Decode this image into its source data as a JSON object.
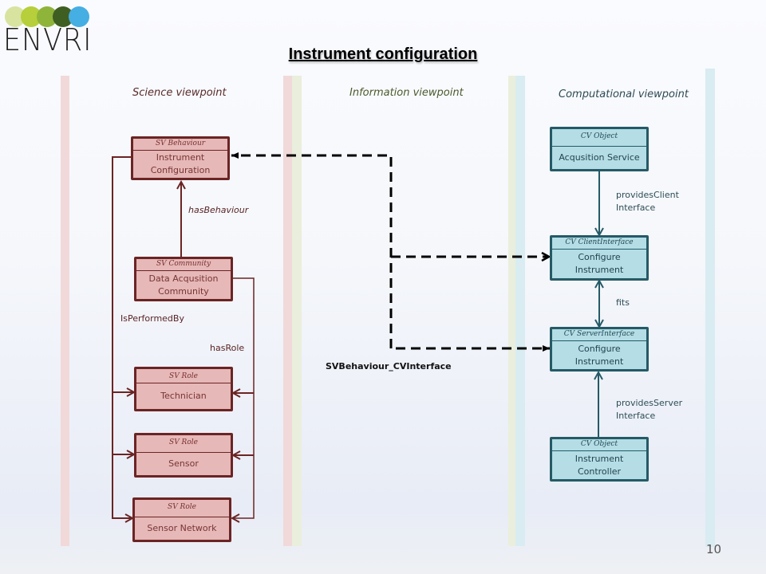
{
  "logo": {
    "text": "ENVRI",
    "dot_colors": [
      "#d8e3a0",
      "#b6cf3a",
      "#8fb43a",
      "#3f5e22",
      "#45aee3"
    ]
  },
  "title": "Instrument configuration",
  "viewpoints": {
    "science": {
      "label": "Science viewpoint",
      "color": "#5a2a2a",
      "band_color": "#f1d9d9"
    },
    "information": {
      "label": "Information viewpoint",
      "color": "#4c5a2e",
      "band_color": "#eaeedc"
    },
    "computational": {
      "label": "Computational viewpoint",
      "color": "#2e4a55",
      "band_color": "#d8ecf2"
    }
  },
  "science_objects": {
    "behaviour": {
      "stereotype": "SV Behaviour",
      "name": "Instrument\nConfiguration"
    },
    "community": {
      "stereotype": "SV Community",
      "name": "Data Acqusition\nCommunity"
    },
    "technician": {
      "stereotype": "SV Role",
      "name": "Technician"
    },
    "sensor": {
      "stereotype": "SV Role",
      "name": "Sensor"
    },
    "sensor_network": {
      "stereotype": "SV Role",
      "name": "Sensor Network"
    }
  },
  "computational_objects": {
    "acquisition_service": {
      "stereotype": "CV Object",
      "name": "Acqusition Service"
    },
    "client_interface": {
      "stereotype": "CV ClientInterface",
      "name": "Configure\nInstrument"
    },
    "server_interface": {
      "stereotype": "CV ServerInterface",
      "name": "Configure\nInstrument"
    },
    "instrument_controller": {
      "stereotype": "CV Object",
      "name": "Instrument\nController"
    }
  },
  "relations": {
    "has_behaviour": "hasBehaviour",
    "is_performed_by": "IsPerformedBy",
    "has_role": "hasRole",
    "provides_client_interface": "providesClient\nInterface",
    "fits": "fits",
    "provides_server_interface": "providesServer\nInterface",
    "correspondence": "SVBehaviour_CVInterface"
  },
  "colors": {
    "sv_line": "#6b2424",
    "cv_line": "#255a66",
    "correspondence_line": "#000000"
  },
  "page_number": "10"
}
